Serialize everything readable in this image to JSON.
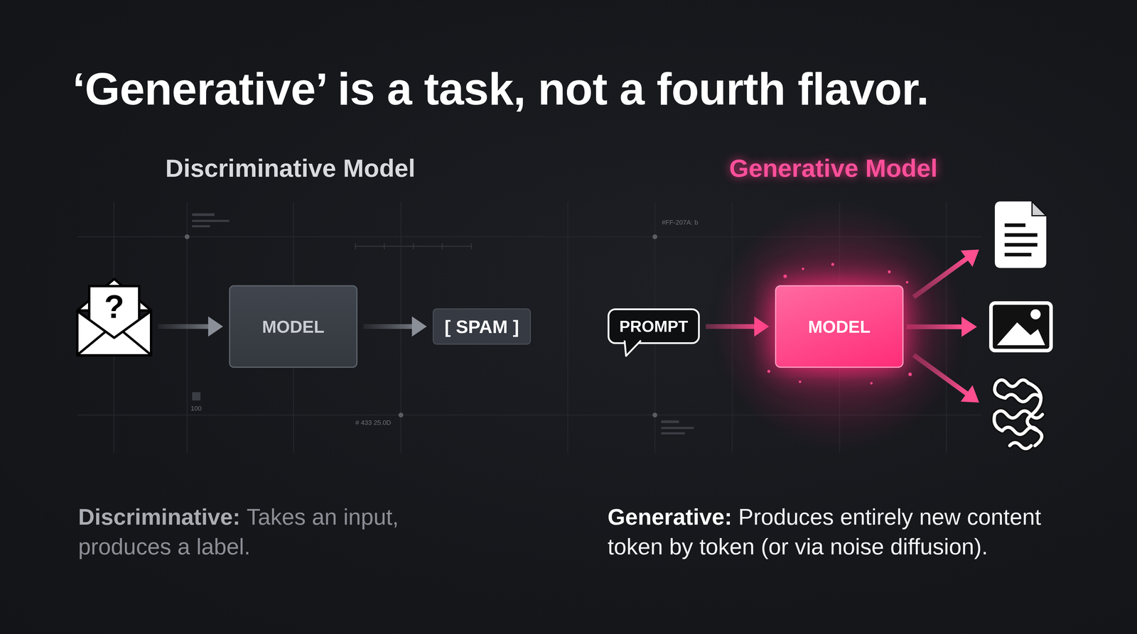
{
  "diagram": {
    "title": "‘Generative’ is a task, not a fourth flavor.",
    "nodes": [
      {
        "text": [
          "?"
        ]
      },
      {
        "text": [
          "MODEL"
        ]
      },
      {
        "text": [
          "[ SPAM ]"
        ]
      },
      {
        "text": [
          "PROMPT"
        ]
      },
      {
        "text": [
          "MODEL"
        ]
      }
    ],
    "edges": [
      {
        "from": 0,
        "to": 1,
        "arrow": "to"
      },
      {
        "from": 1,
        "to": 2,
        "arrow": "to"
      },
      {
        "from": 3,
        "to": 4,
        "arrow": "to"
      }
    ],
    "labels": [
      "Discriminative Model",
      "Generative Model",
      "#FF-207A: b",
      "100",
      "# 433 25.0D",
      "Discriminative:",
      "Takes an input, produces a label.",
      "Generative:",
      "Produces entirely new content token by token (or via noise diffusion)."
    ]
  }
}
